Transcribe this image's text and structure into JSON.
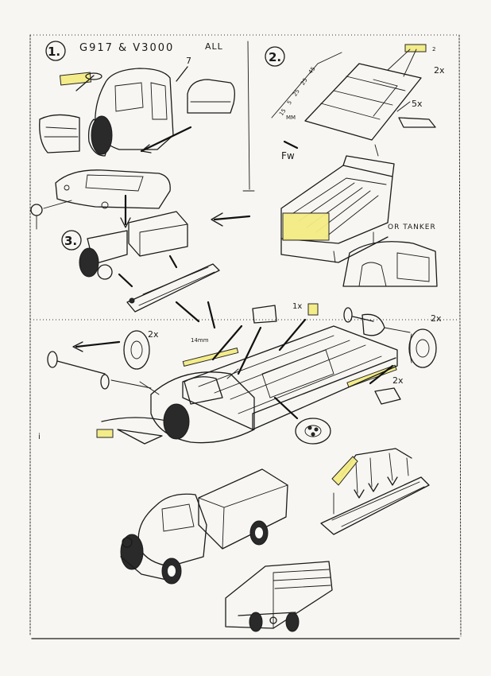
{
  "sheet": {
    "title_models": "G917 & V3000",
    "title_variant": "ALL"
  },
  "steps": [
    {
      "number": "1."
    },
    {
      "number": "2."
    },
    {
      "number": "3."
    }
  ],
  "annotations": {
    "step2_qty": "2x",
    "step2_plank_qty": "5x",
    "step2_units": "MM",
    "step2_dims": [
      "15",
      "5",
      "25",
      "25",
      "45"
    ],
    "tanker_option": "OR TANKER",
    "front_mark": "Fw",
    "step1_part_mark": "7",
    "wheel_qty_left": "2x",
    "wheel_qty_right": "2x",
    "rod_qty": "2x",
    "block_qty": "1x",
    "rod_length": "14mm",
    "small_mark": "i"
  },
  "colors": {
    "paper": "#f7f6f2",
    "ink": "#1b1b1b",
    "highlight": "#f4ec84"
  }
}
